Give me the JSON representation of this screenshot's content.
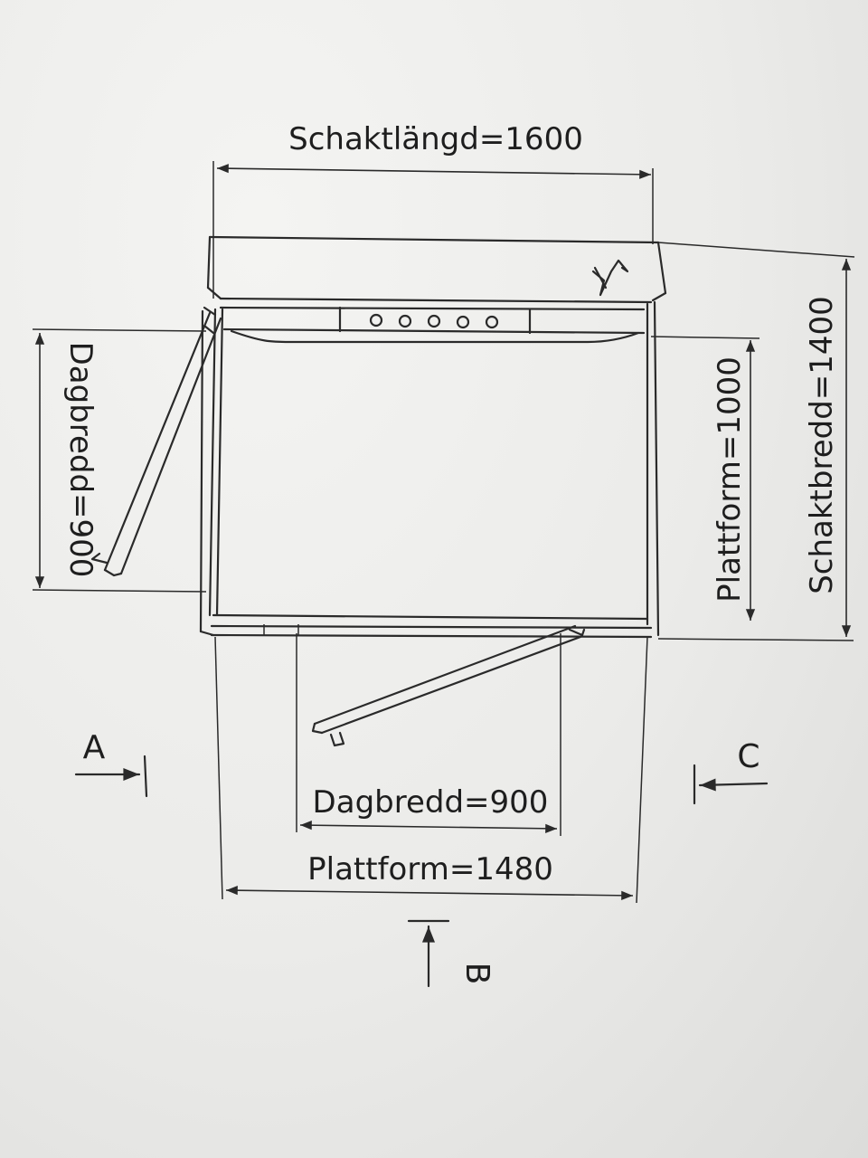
{
  "labels": {
    "shaft_length": "Schaktlängd=1600",
    "shaft_width": "Schaktbredd=1400",
    "door_width_side": "Dagbredd=900",
    "door_width_front": "Dagbredd=900",
    "platform_depth": "Plattform=1000",
    "platform_width": "Plattform=1480"
  },
  "sections": {
    "a": "A",
    "b": "B",
    "c": "C"
  },
  "icons": {
    "electrical_symbol": "lightning-icon",
    "control_panel_buttons": 5
  },
  "colors": {
    "ink": "#2a2a2a",
    "paper": "#ebebe9"
  }
}
